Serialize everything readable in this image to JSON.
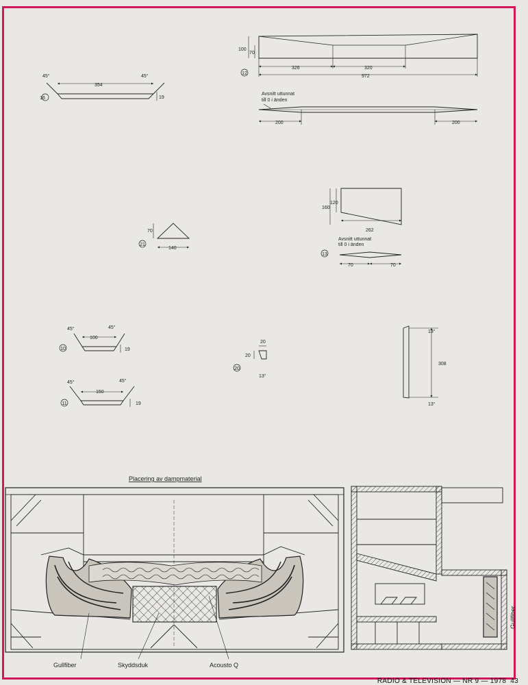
{
  "part16": {
    "number": "16",
    "angle_left": "45°",
    "angle_right": "45°",
    "length": "354",
    "thickness": "19"
  },
  "part12": {
    "number": "12",
    "h_total": "100",
    "h_inner": "70",
    "seg1": "326",
    "seg2": "320",
    "total": "972"
  },
  "part12_section": {
    "note_line1": "Avsnitt uttunnat",
    "note_line2": "till 0 i änden",
    "left": "200",
    "right": "200"
  },
  "part13": {
    "number": "13",
    "h_total": "160",
    "h_inner": "120",
    "width": "262"
  },
  "part13_section": {
    "note_line1": "Avsnitt uttunnat",
    "note_line2": "till 0 i änden",
    "left": "70",
    "right": "70"
  },
  "part21": {
    "number": "21",
    "height": "70",
    "width": "140"
  },
  "part10": {
    "number": "10",
    "angle_left": "45°",
    "angle_right": "45°",
    "length": "100",
    "thickness": "19"
  },
  "part11": {
    "number": "11",
    "angle_left": "45°",
    "angle_right": "45°",
    "length": "150",
    "thickness": "19"
  },
  "part20": {
    "number": "20",
    "width": "20",
    "height": "20",
    "angle": "13°"
  },
  "strip": {
    "top_angle": "13°",
    "length": "308",
    "bottom_angle": "13°"
  },
  "diagram": {
    "title": "Placering av dampmaterial",
    "label_gullfiber": "Gullfiber",
    "label_skyddsduk": "Skyddsduk",
    "label_acousto": "Acousto Q",
    "side_label": "Gullfiber"
  },
  "footer": {
    "magazine": "RADIO & TELEVISION — NR 9 — 1978",
    "page": "43"
  },
  "colors": {
    "frame": "#d2185a",
    "paper": "#e9e8e5",
    "ink": "#222222"
  }
}
